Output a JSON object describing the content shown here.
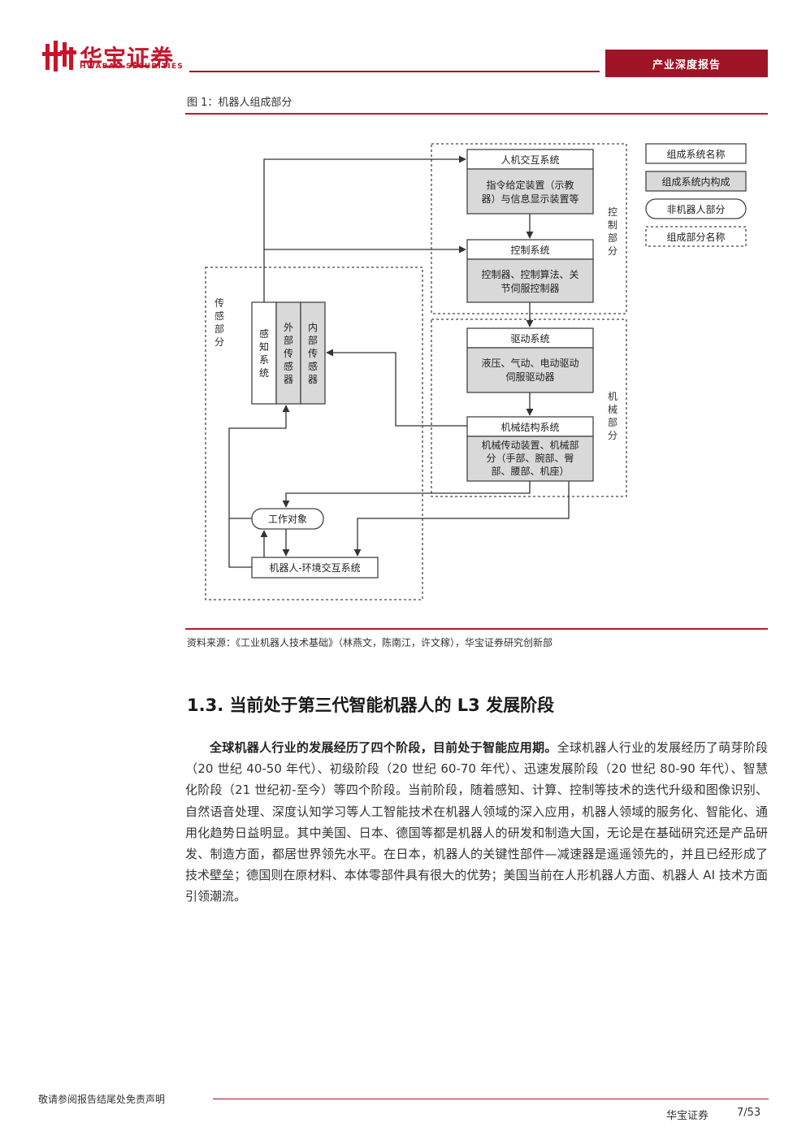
{
  "header": {
    "company_name": "华宝证券",
    "company_name_en": "HWABAO SECURITIES",
    "report_type": "产业深度报告"
  },
  "figure": {
    "title": "图 1：机器人组成部分",
    "legend": {
      "system_name": "组成系统名称",
      "system_content": "组成系统内构成",
      "non_robot": "非机器人部分",
      "part_name": "组成部分名称"
    },
    "groups": {
      "control": [
        "控",
        "制",
        "部",
        "分"
      ],
      "mechanical": [
        "机",
        "械",
        "部",
        "分"
      ],
      "sensing": [
        "传",
        "感",
        "部",
        "分"
      ]
    },
    "systems": {
      "hmi": {
        "title": "人机交互系统",
        "content": [
          "指令给定装置（示教",
          "器）与信息显示装置等"
        ]
      },
      "control": {
        "title": "控制系统",
        "content": [
          "控制器、控制算法、关",
          "节伺服控制器"
        ]
      },
      "drive": {
        "title": "驱动系统",
        "content": [
          "液压、气动、电动驱动",
          "伺服驱动器"
        ]
      },
      "mech": {
        "title": "机械结构系统",
        "content": [
          "机械传动装置、机械部",
          "分（手部、腕部、臀",
          "部、腰部、机座）"
        ]
      }
    },
    "sensing": {
      "perception": [
        "感",
        "知",
        "系",
        "统"
      ],
      "external": [
        "外",
        "部",
        "传",
        "感",
        "器"
      ],
      "internal": [
        "内",
        "部",
        "传",
        "感",
        "器"
      ]
    },
    "work_object": "工作对象",
    "env_system": "机器人-环境交互系统"
  },
  "source": "资料来源：《工业机器人技术基础》（林燕文，陈南江，许文稼），华宝证券研究创新部",
  "section": {
    "heading": "1.3. 当前处于第三代智能机器人的 L3 发展阶段",
    "para_bold": "全球机器人行业的发展经历了四个阶段，目前处于智能应用期。",
    "para_text": "全球机器人行业的发展经历了萌芽阶段（20 世纪 40-50 年代）、初级阶段（20 世纪 60-70 年代）、迅速发展阶段（20 世纪 80-90 年代）、智慧化阶段（21 世纪初-至今）等四个阶段。当前阶段，随着感知、计算、控制等技术的迭代升级和图像识别、自然语音处理、深度认知学习等人工智能技术在机器人领域的深入应用，机器人领域的服务化、智能化、通用化趋势日益明显。其中美国、日本、德国等都是机器人的研发和制造大国，无论是在基础研究还是产品研发、制造方面，都居世界领先水平。在日本，机器人的关键性部件—减速器是遥遥领先的，并且已经形成了技术壁垒；德国则在原材料、本体零部件具有很大的优势；美国当前在人形机器人方面、机器人 AI 技术方面引领潮流。"
  },
  "footer": {
    "disclaimer": "敬请参阅报告结尾处免责声明",
    "company": "华宝证券",
    "page": "7/53"
  },
  "colors": {
    "brand_red": "#a01428",
    "box_gray": "#d9d9d9"
  }
}
